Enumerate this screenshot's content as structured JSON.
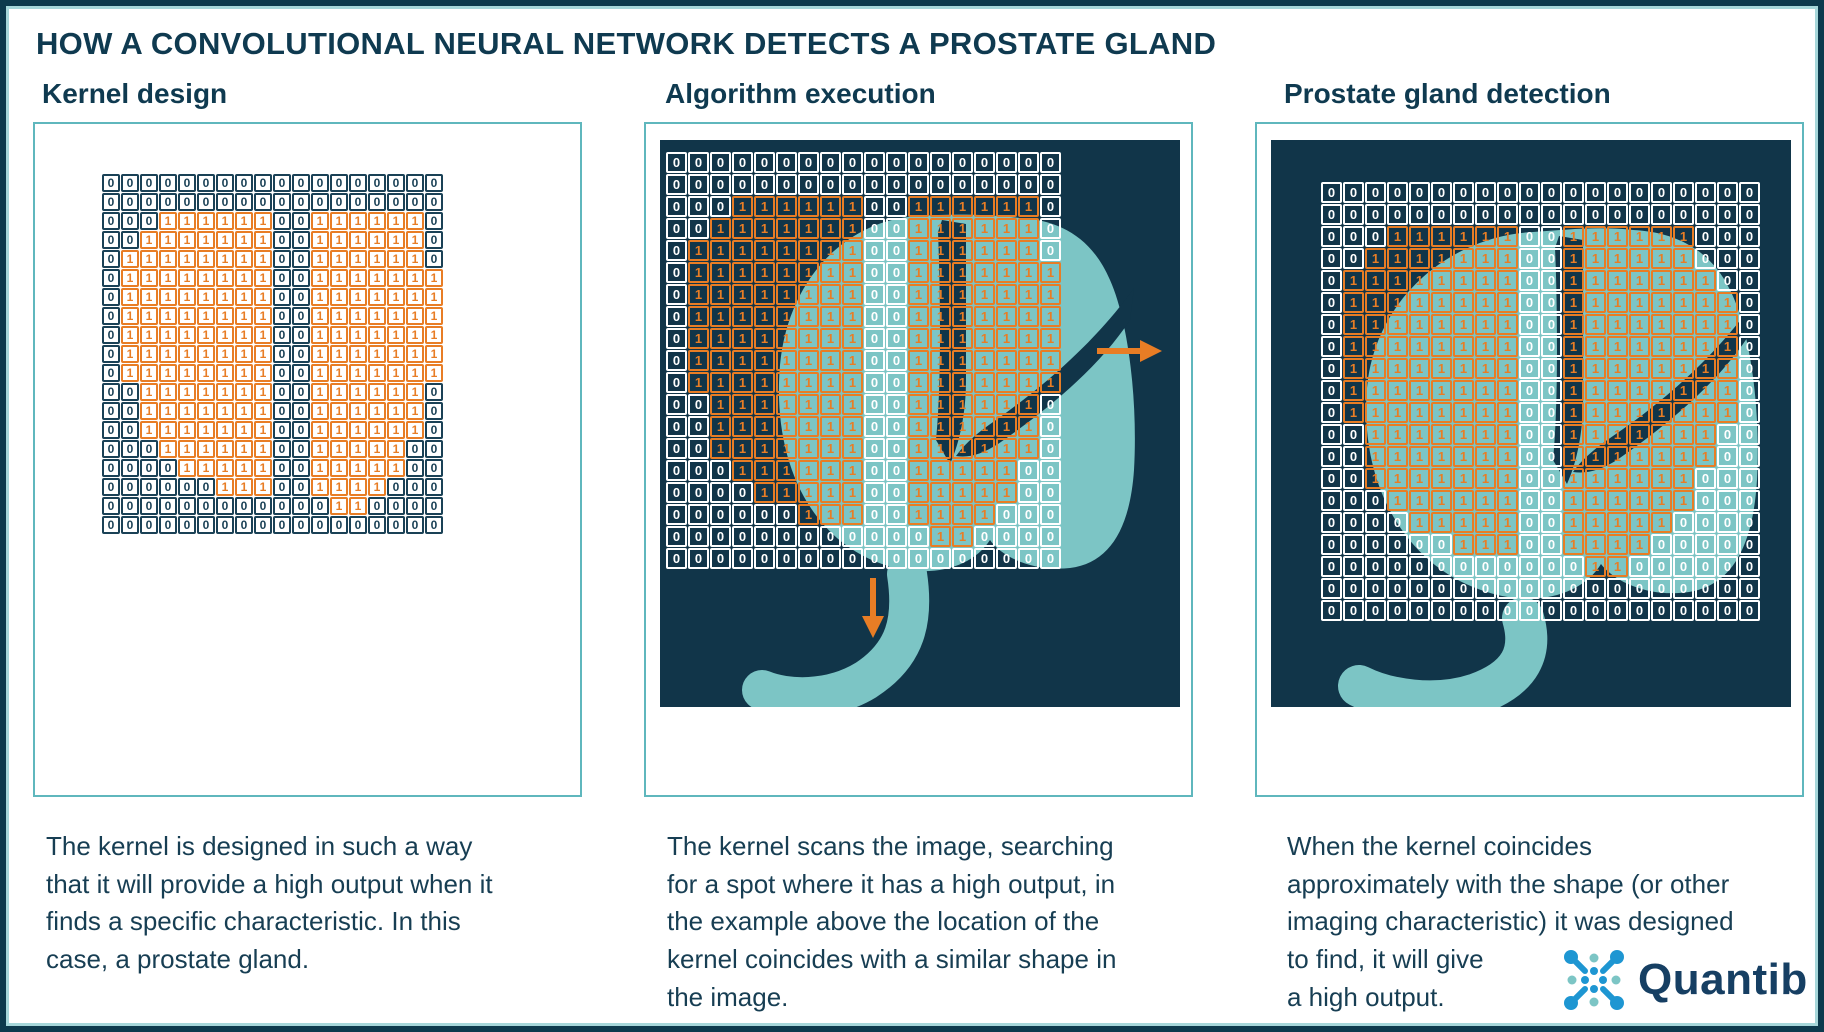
{
  "page": {
    "title": "HOW A CONVOLUTIONAL NEURAL NETWORK DETECTS A PROSTATE GLAND"
  },
  "colors": {
    "navy_border": "#0d3a4d",
    "ink": "#0f3a50",
    "caption_ink": "#173e53",
    "teal_box_border": "#5fb7bd",
    "inner_rule_teal": "#a6d7da",
    "scene_bg": "#113549",
    "gland_teal": "#7cc5c5",
    "orange": "#e87d25",
    "grid_navy": "#1a4156",
    "grid_white": "#ffffff",
    "logo_blue": "#1e96d2",
    "logo_teal": "#7cc5c5",
    "logo_text_color": "#163f63"
  },
  "panels": [
    {
      "header": "Kernel design",
      "caption_lines": [
        "The kernel is designed in such a way",
        "that it will provide a high output when it",
        "finds a specific characteristic. In this",
        "case, a prostate gland."
      ],
      "grid": {
        "cols": 18,
        "cell": 18,
        "gap": 1,
        "font": 12,
        "zero_color": "#1a4156",
        "one_color": "#e87d25",
        "rows": [
          "000000000000000000",
          "000000000000000000",
          "000111111001111110",
          "001111111001111110",
          "011111111001111110",
          "011111111001111111",
          "011111111001111111",
          "011111111001111111",
          "011111111001111111",
          "011111111001111111",
          "011111111001111111",
          "001111111001111110",
          "001111111001111110",
          "001111111001111110",
          "000111111001111100",
          "000011111001111100",
          "000000111001111000",
          "000000000000110000",
          "000000000000000000"
        ]
      }
    },
    {
      "header": "Algorithm execution",
      "caption_lines": [
        "The kernel scans the image, searching",
        "for a spot where it has a high output, in",
        "the example above the location of the",
        "kernel coincides with a similar shape in",
        "the image."
      ],
      "grid": {
        "cols": 18,
        "cell": 21,
        "gap": 1,
        "font": 13,
        "zero_color": "#ffffff",
        "one_color": "#e87d25",
        "rows": [
          "000000000000000000",
          "000000000000000000",
          "000111111001111110",
          "001111111001111110",
          "011111111001111110",
          "011111111001111111",
          "011111111001111111",
          "011111111001111111",
          "011111111001111111",
          "011111111001111111",
          "011111111001111111",
          "001111111001111110",
          "001111111001111110",
          "001111111001111110",
          "000111111001111100",
          "000011111001111100",
          "000000111001111000",
          "000000000000110000",
          "000000000000000000"
        ]
      }
    },
    {
      "header": "Prostate gland detection",
      "caption_lines": [
        "When the kernel coincides",
        "approximately with the shape (or other",
        "imaging characteristic) it was designed",
        "to find, it will give",
        "a high output."
      ],
      "grid": {
        "cols": 20,
        "cell": 21,
        "gap": 1,
        "font": 13,
        "zero_color": "#ffffff",
        "one_color": "#e87d25",
        "rows": [
          "00000000000000000000",
          "00000000000000000000",
          "00011111100111111000",
          "00111111100111111000",
          "01111111100111111100",
          "01111111100111111110",
          "01111111100111111110",
          "01111111100111111110",
          "01111111100111111110",
          "01111111100111111110",
          "01111111100111111110",
          "00111111100111111100",
          "00111111100111111100",
          "00111111100111111000",
          "00011111100111111000",
          "00001111100111110000",
          "00000011100111100000",
          "00000000000011000000",
          "00000000000000000000",
          "00000000000000000000"
        ]
      }
    }
  ],
  "logo": {
    "text": "Quantib"
  }
}
